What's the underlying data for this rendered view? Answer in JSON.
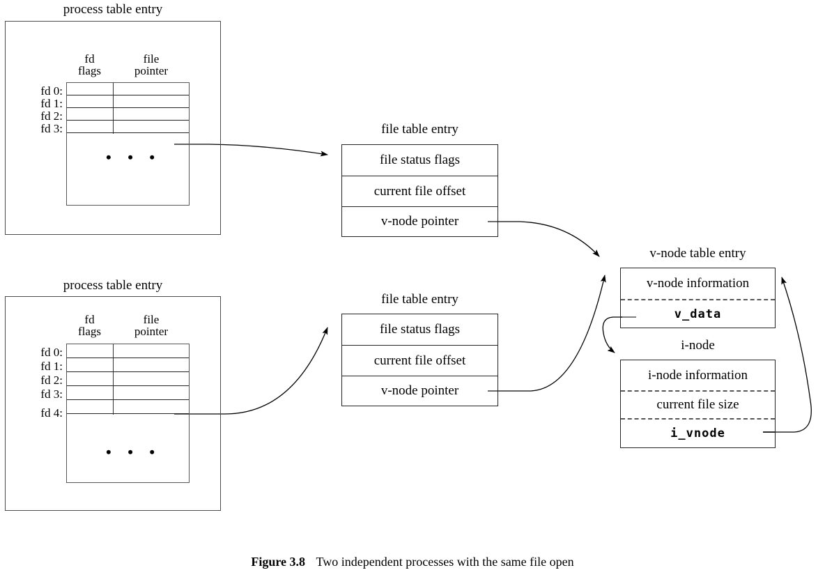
{
  "figure": {
    "caption_label": "Figure 3.8",
    "caption_text": "Two independent processes with the same file open"
  },
  "colors": {
    "stroke": "#000000",
    "frame": "#4a4a4a",
    "dashed": "#555555",
    "background": "#ffffff"
  },
  "process_tables": [
    {
      "title": "process table entry",
      "column_headers": {
        "left_line1": "fd",
        "left_line2": "flags",
        "right_line1": "file",
        "right_line2": "pointer"
      },
      "rows": [
        "fd 0:",
        "fd 1:",
        "fd 2:",
        "fd 3:"
      ],
      "ellipsis": "• • •",
      "linked_row": "fd 3:"
    },
    {
      "title": "process table entry",
      "column_headers": {
        "left_line1": "fd",
        "left_line2": "flags",
        "right_line1": "file",
        "right_line2": "pointer"
      },
      "rows": [
        "fd 0:",
        "fd 1:",
        "fd 2:",
        "fd 3:",
        "fd 4:"
      ],
      "ellipsis": "• • •",
      "linked_row": "fd 4:"
    }
  ],
  "file_tables": [
    {
      "title": "file table entry",
      "rows": [
        "file status flags",
        "current file offset",
        "v-node pointer"
      ]
    },
    {
      "title": "file table entry",
      "rows": [
        "file status flags",
        "current file offset",
        "v-node pointer"
      ]
    }
  ],
  "vnode_table": {
    "title": "v-node table entry",
    "rows": [
      "v-node information",
      "v_data"
    ]
  },
  "inode": {
    "title": "i-node",
    "rows": [
      "i-node information",
      "current file size",
      "i_vnode"
    ]
  }
}
